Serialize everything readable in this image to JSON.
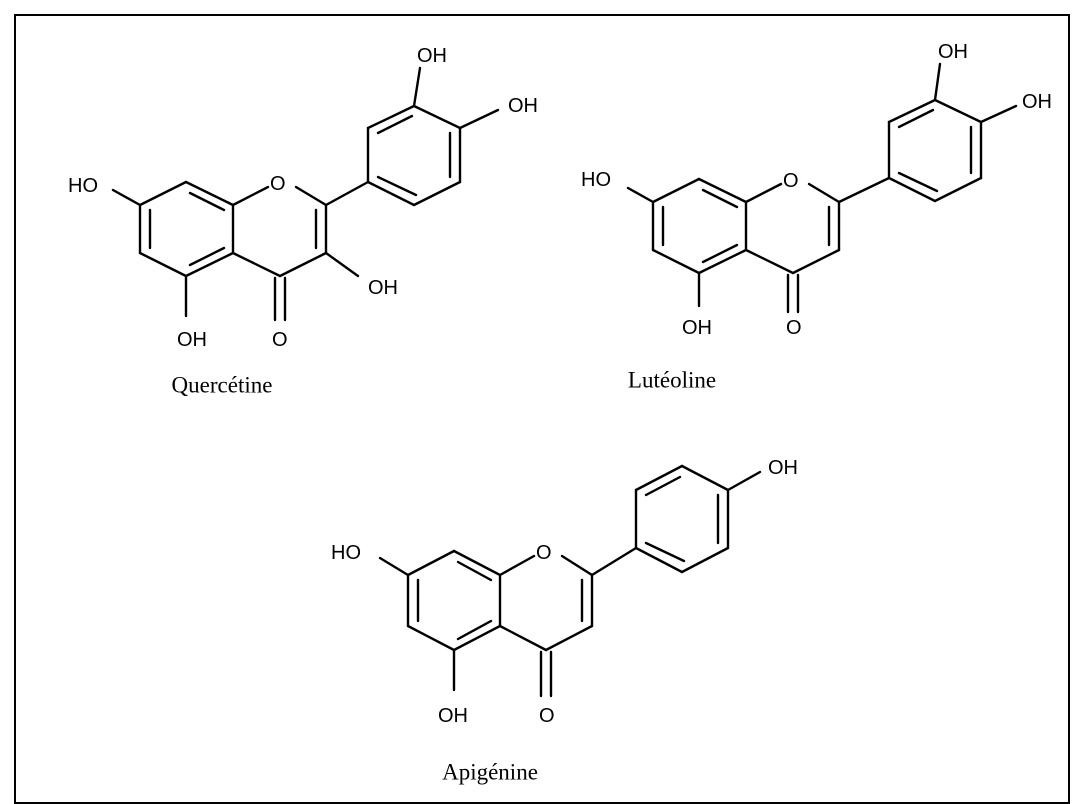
{
  "figure": {
    "ink_color": "#000000",
    "background_color": "#ffffff",
    "molecules": [
      {
        "name": "Quercétine",
        "labels": {
          "hydroxyl": "OH",
          "hydroxyl_left": "HO",
          "ring_oxygen": "O",
          "carbonyl_oxygen": "O"
        }
      },
      {
        "name": "Lutéoline",
        "labels": {
          "hydroxyl": "OH",
          "hydroxyl_left": "HO",
          "ring_oxygen": "O",
          "carbonyl_oxygen": "O"
        }
      },
      {
        "name": "Apigénine",
        "labels": {
          "hydroxyl": "OH",
          "hydroxyl_left": "HO",
          "ring_oxygen": "O",
          "carbonyl_oxygen": "O"
        }
      }
    ]
  }
}
